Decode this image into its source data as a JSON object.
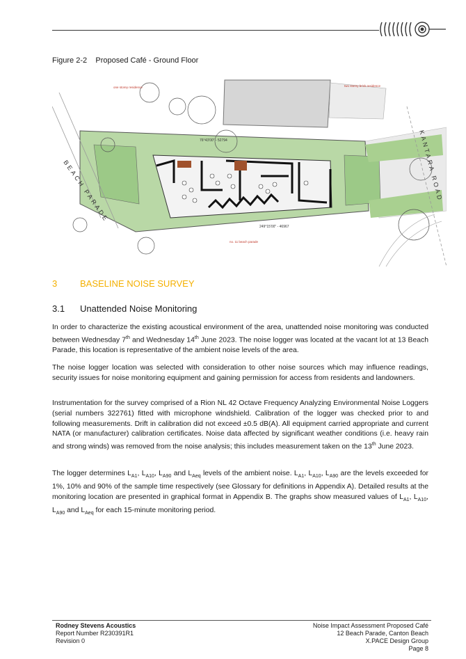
{
  "figure": {
    "caption_num": "Figure 2-2",
    "caption_text": "Proposed Café - Ground Floor",
    "labels": {
      "kantara_road": "KANTARA ROAD",
      "beach_parade": "BEACH PARADE",
      "bearing_top": "76°43'00\" - 52794",
      "bearing_bottom": "249°15'00\" - 46967",
      "neighbour_left": "one storey residence",
      "neighbour_right": "two storey brick residence",
      "lot_bottom": "no. 11 beach parade"
    },
    "colors": {
      "grass": "#b9d8a6",
      "grass_dark": "#7fb56d",
      "building": "#d9d9d9",
      "wall": "#111111",
      "brown": "#a0522d"
    }
  },
  "section": {
    "num": "3",
    "title": "BASELINE NOISE SURVEY",
    "color": "#f4b000"
  },
  "subsection": {
    "num": "3.1",
    "title": "Unattended Noise Monitoring"
  },
  "paragraphs": {
    "p1_a": "In order to characterize the existing acoustical environment of the area, unattended noise monitoring was conducted between Wednesday 7",
    "p1_sup1": "th",
    "p1_b": " and Wednesday 14",
    "p1_sup2": "th",
    "p1_c": " June 2023. The noise logger was located at the vacant lot at 13 Beach Parade, this location is representative of the ambient noise levels of the area.",
    "p2": "The noise logger location was selected with consideration to other noise sources which may influence readings, security issues for noise monitoring equipment and gaining permission for access from residents and landowners.",
    "p3_a": "Instrumentation for the survey comprised of a Rion NL 42 Octave Frequency Analyzing Environmental Noise Loggers (serial numbers 322761) fitted with microphone windshield.  Calibration of the logger was checked prior to and following measurements.  Drift in calibration did not exceed ±0.5 dB(A).  All equipment carried appropriate and current NATA (or manufacturer) calibration certificates. Noise data affected by significant weather conditions (i.e. heavy rain and strong winds) was removed from the noise analysis; this includes measurement taken on the 13",
    "p3_sup": "th",
    "p3_b": " June 2023.",
    "p4_a": "The logger determines L",
    "p4_s1": "A1",
    "p4_b": ", L",
    "p4_s2": "A10",
    "p4_c": ", L",
    "p4_s3": "A90",
    "p4_d": " and L",
    "p4_s4": "Aeq",
    "p4_e": " levels of the ambient noise.  L",
    "p4_s5": "A1",
    "p4_f": ", L",
    "p4_s6": "A10",
    "p4_g": ", L",
    "p4_s7": "A90",
    "p4_h": " are the levels exceeded for 1%, 10% and 90% of the sample time respectively (see Glossary for definitions in Appendix A). Detailed results at the monitoring location are presented in graphical format in Appendix B.  The graphs show measured values of L",
    "p4_s8": "A1",
    "p4_i": ", L",
    "p4_s9": "A10",
    "p4_j": ", L",
    "p4_s10": "A90",
    "p4_k": " and L",
    "p4_s11": "Aeq",
    "p4_l": " for each 15-minute monitoring period."
  },
  "footer": {
    "company": "Rodney Stevens Acoustics",
    "report": "Report Number R230391R1",
    "revision": "Revision 0",
    "title": "Noise Impact Assessment  Proposed Café",
    "address": "12 Beach Parade, Canton Beach",
    "client": "X.PACE Design Group",
    "page": "Page 8"
  }
}
